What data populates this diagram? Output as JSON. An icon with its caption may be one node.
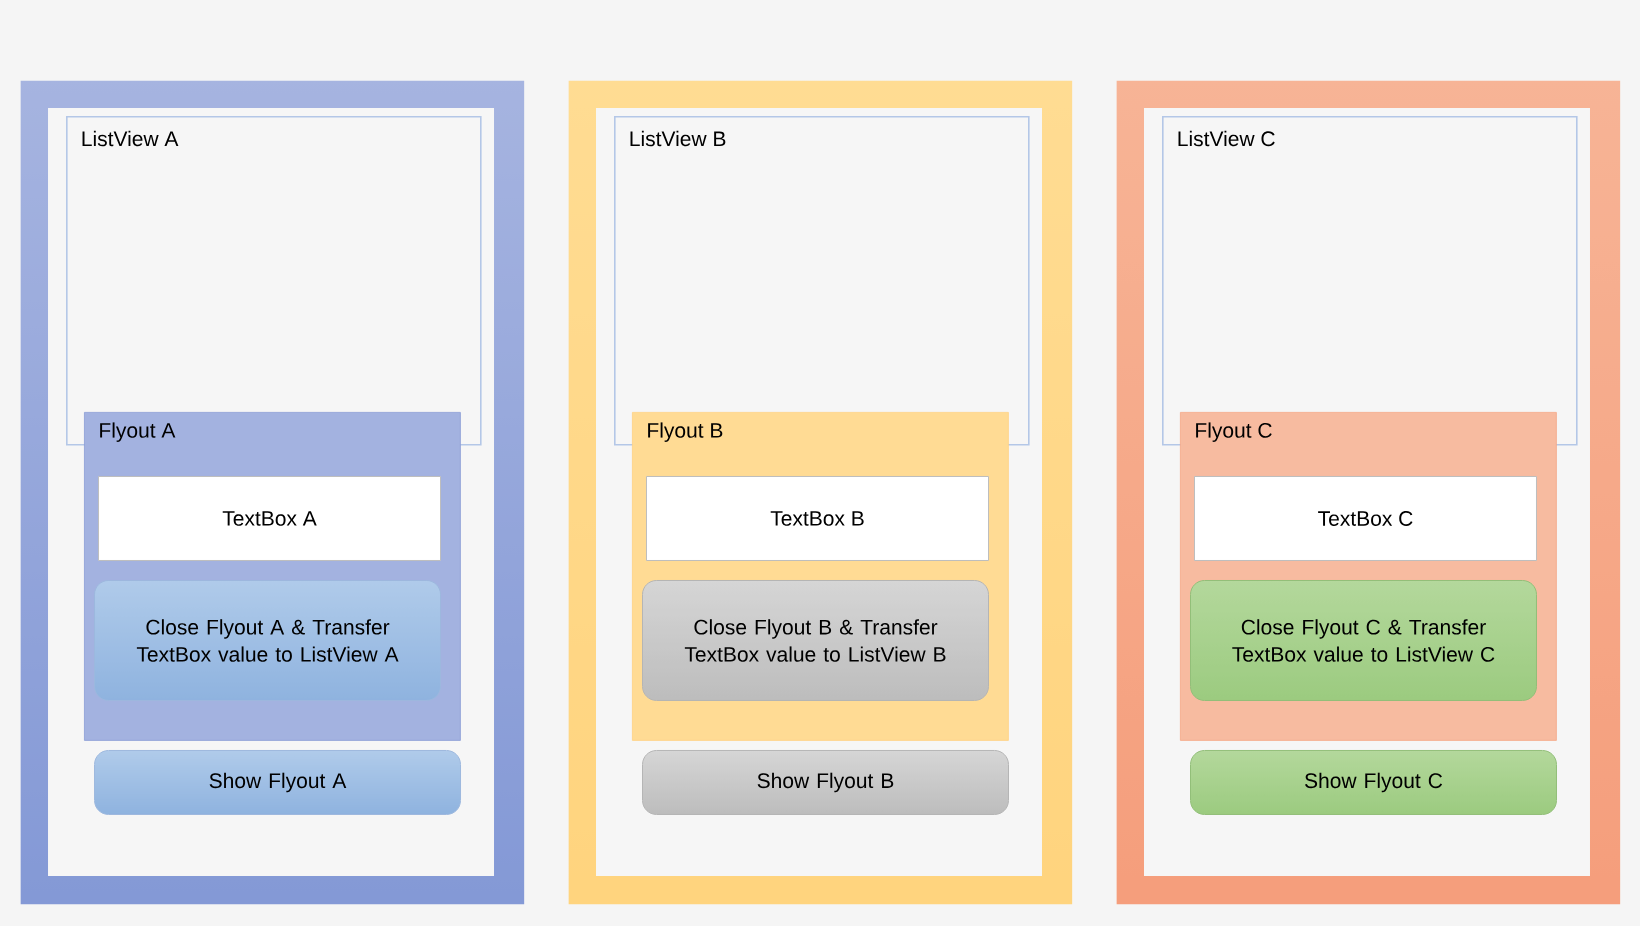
{
  "diagram": {
    "nodes": [
      {
        "text": [],
        "shape": "box"
      },
      {
        "text": [
          "ListView A"
        ],
        "in": 0
      },
      {
        "text": [
          "Flyout A"
        ],
        "in": 0
      },
      {
        "text": [
          "TextBox A"
        ],
        "in": 2
      },
      {
        "text": [
          "Close Flyout A & Transfer TextBox value to ListView A"
        ],
        "in": 2
      },
      {
        "text": [
          "Show Flyout A"
        ],
        "in": 0
      },
      {
        "text": [],
        "shape": "box"
      },
      {
        "text": [
          "ListView B"
        ],
        "in": 6
      },
      {
        "text": [
          "Flyout B"
        ],
        "in": 6
      },
      {
        "text": [
          "TextBox B"
        ],
        "in": 8
      },
      {
        "text": [
          "Close Flyout B & Transfer TextBox value to ListView B"
        ],
        "in": 8
      },
      {
        "text": [
          "Show Flyout B"
        ],
        "in": 6
      },
      {
        "text": [],
        "shape": "box"
      },
      {
        "text": [
          "ListView C"
        ],
        "in": 12
      },
      {
        "text": [
          "Flyout C"
        ],
        "in": 12
      },
      {
        "text": [
          "TextBox C"
        ],
        "in": 14
      },
      {
        "text": [
          "Close Flyout C & Transfer TextBox value to ListView C"
        ],
        "in": 14
      },
      {
        "text": [
          "Show Flyout C"
        ],
        "in": 12
      }
    ]
  }
}
